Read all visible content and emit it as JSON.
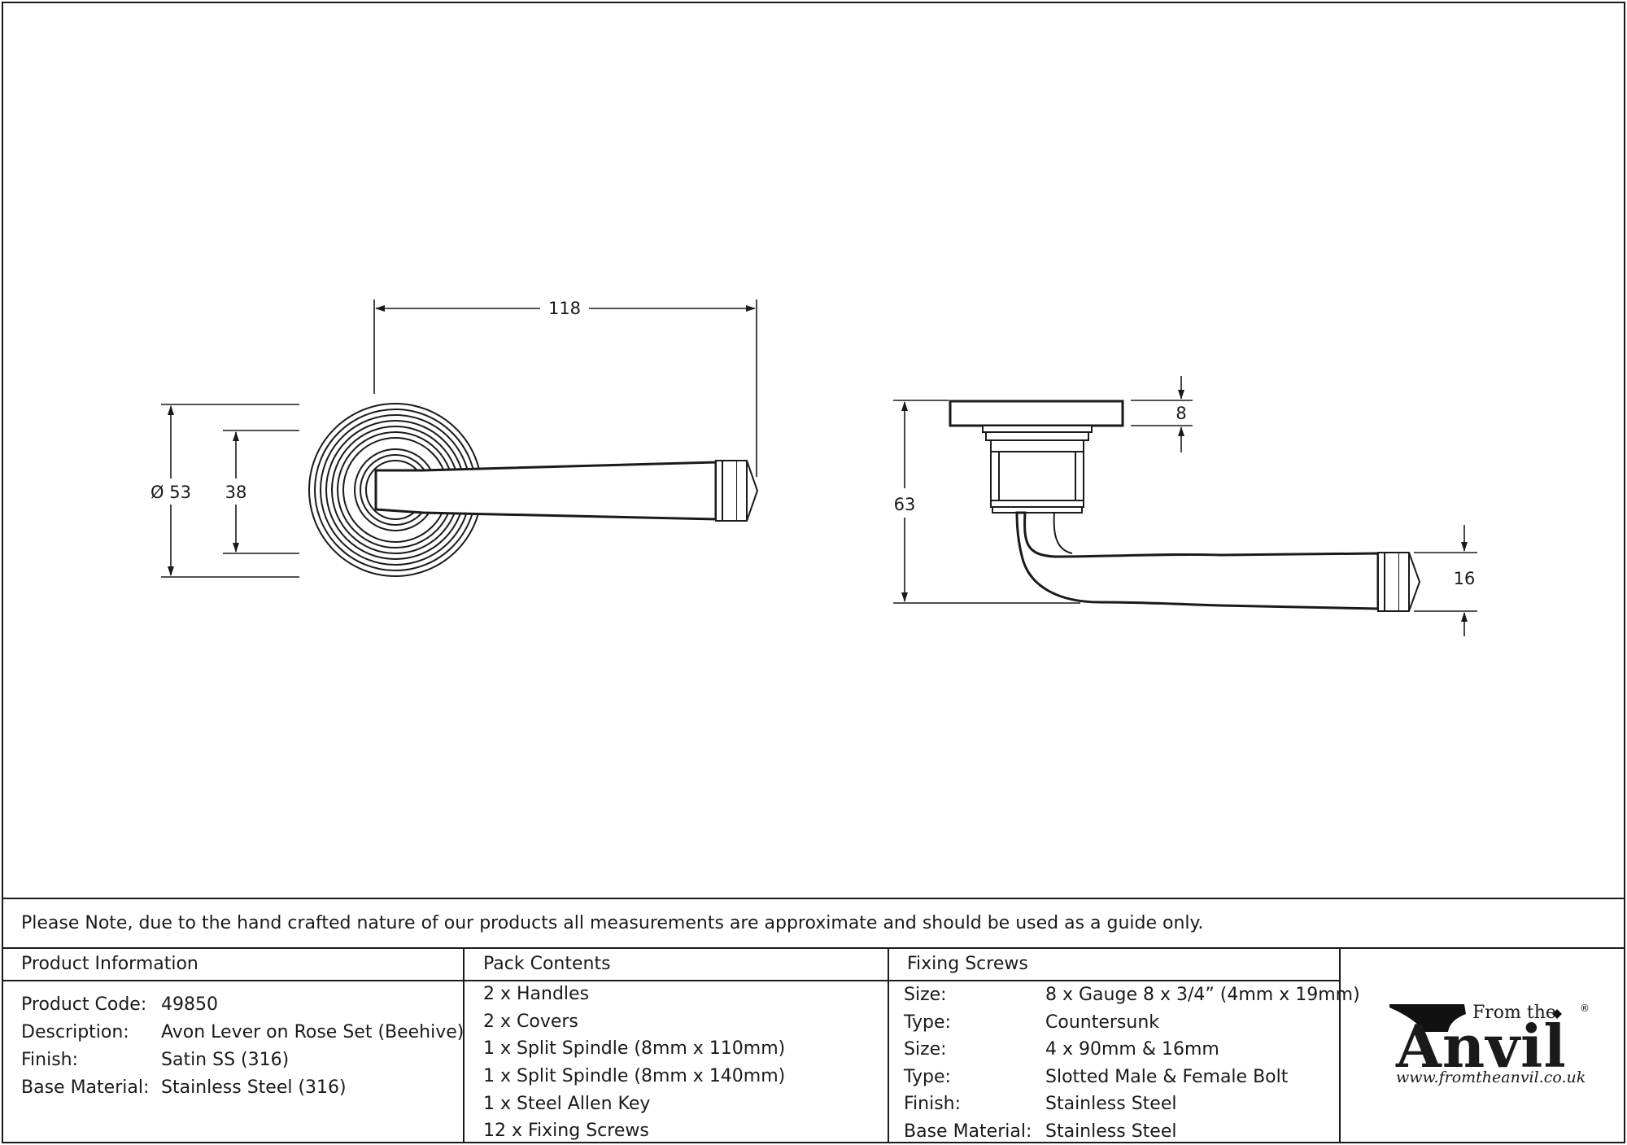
{
  "dimensions": {
    "front": {
      "length": "118",
      "rose_diameter": "Ø 53",
      "inner_rose": "38"
    },
    "side": {
      "projection": "63",
      "rose_thickness": "8",
      "grip_height": "16"
    }
  },
  "note": "Please Note, due to the hand crafted nature of our products all measurements are approximate and should be used as a guide only.",
  "product_info": {
    "heading": "Product Information",
    "rows": [
      {
        "label": "Product Code:",
        "value": "49850"
      },
      {
        "label": "Description:",
        "value": "Avon Lever on Rose Set (Beehive)"
      },
      {
        "label": "Finish:",
        "value": "Satin SS (316)"
      },
      {
        "label": "Base Material:",
        "value": "Stainless Steel (316)"
      }
    ]
  },
  "pack_contents": {
    "heading": "Pack Contents",
    "items": [
      "2 x Handles",
      "2 x Covers",
      "1 x Split Spindle (8mm x 110mm)",
      "1 x Split Spindle (8mm x 140mm)",
      "1 x Steel Allen Key",
      "12 x Fixing Screws"
    ]
  },
  "fixing_screws": {
    "heading": "Fixing Screws",
    "rows": [
      {
        "label": "Size:",
        "value": "8 x Gauge 8 x 3/4” (4mm x 19mm)"
      },
      {
        "label": "Type:",
        "value": "Countersunk"
      },
      {
        "label": "Size:",
        "value": "4 x 90mm & 16mm"
      },
      {
        "label": "Type:",
        "value": "Slotted Male & Female Bolt"
      },
      {
        "label": "Finish:",
        "value": "Stainless Steel"
      },
      {
        "label": "Base Material:",
        "value": "Stainless Steel"
      }
    ]
  },
  "logo": {
    "from_the": "From the",
    "brand": "Anvil",
    "registered": "®",
    "url": "www.fromtheanvil.co.uk"
  }
}
